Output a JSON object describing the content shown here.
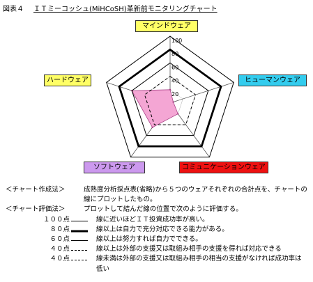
{
  "figure": {
    "number": "図表４",
    "title": "ＩＴミーコッシュ(MiHCoSH)革新前モニタリングチャート"
  },
  "chart_data": {
    "type": "radar",
    "axes": [
      "マインドウェア",
      "ヒューマンウェア",
      "コミュニケーションウェア",
      "ソフトウェア",
      "ハードウェア"
    ],
    "axis_colors": [
      "#ffff66",
      "#33ccee",
      "#ee1111",
      "#cc99ee",
      "#ffff66"
    ],
    "scale_min": 0,
    "scale_max": 100,
    "ticks": [
      20,
      40,
      60,
      80,
      100
    ],
    "tick_labels": [
      "20",
      "40",
      "60",
      "80",
      "100"
    ],
    "reference_rings": [
      {
        "value": 100,
        "style": "thin-solid"
      },
      {
        "value": 80,
        "style": "thick-solid"
      },
      {
        "value": 60,
        "style": "thin-solid"
      },
      {
        "value": 40,
        "style": "dashed"
      }
    ],
    "series": [
      {
        "values": [
          20,
          5,
          20,
          45,
          60
        ],
        "fill": "#f4a6d4",
        "stroke": "#aa4488"
      }
    ],
    "grid": true
  },
  "notes": {
    "creation_label": "＜チャート作成法＞",
    "creation_line1": "成熟度分析採点表(省略)から５つのウェアそれぞれの合計点を、チャートの",
    "creation_line2": "線にプロットしたもの。",
    "evaluation_label": "＜チャート評価法＞",
    "evaluation_line": "プロットして結んだ線の位置で次のように評価する。",
    "legend": [
      {
        "points": "１００点",
        "style": "thin",
        "desc": "線に近いほどＩＴ投資成功率が高い。"
      },
      {
        "points": "８０点",
        "style": "thick",
        "desc": "線以上は自力で充分対応できる能力がある。"
      },
      {
        "points": "６０点",
        "style": "thin",
        "desc": "線以上は努力すれば自力でできる。"
      },
      {
        "points": "４０点",
        "style": "dashed",
        "desc": "線以上は外部の支援又は取組み相手の支援を得れば対応できる"
      },
      {
        "points": "４０点",
        "style": "dashed",
        "desc": "線未満は外部の支援又は取組み相手の相当の支援がなければ成功率は"
      }
    ],
    "last_line_cont": "低い"
  }
}
